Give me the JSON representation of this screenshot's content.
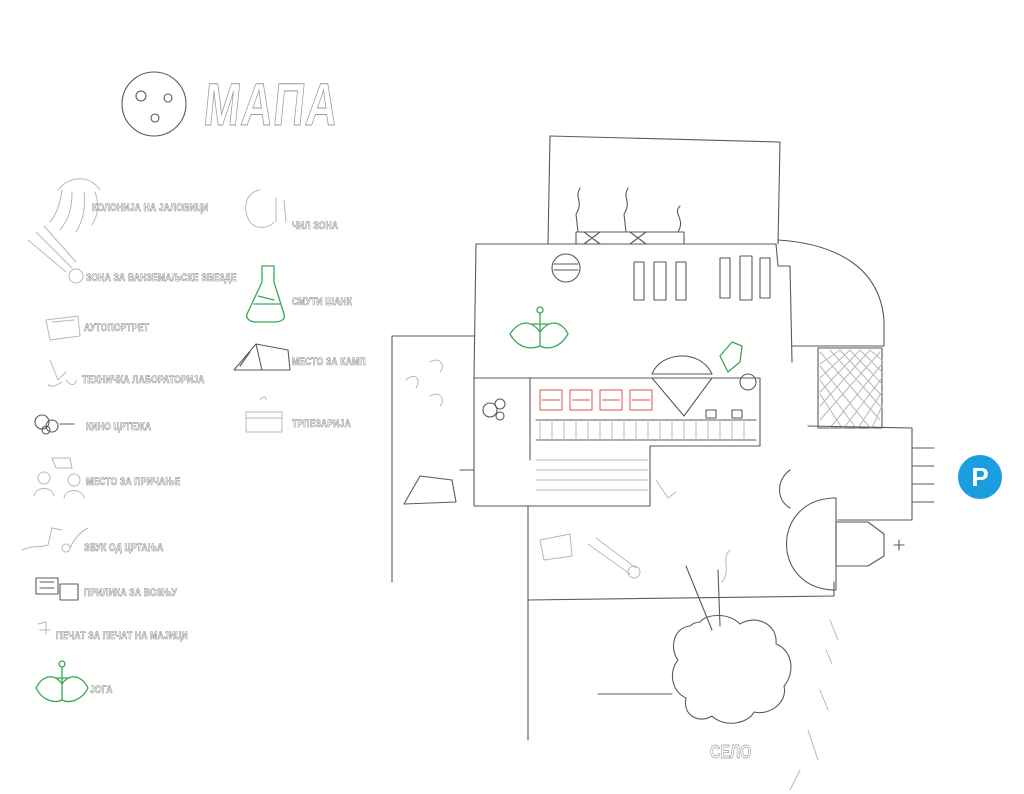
{
  "title": "МАПА",
  "legend": [
    {
      "id": "kolonija",
      "label": "КОЛОНИЈА НА ЈАЛОВИЦИ",
      "icon": "jellyfish-icon"
    },
    {
      "id": "zona-vanbrodovi",
      "label": "ЗОНА ЗА ВАНЗЕМАЉСКЕ ЗВЕЗДЕ",
      "icon": "comet-icon"
    },
    {
      "id": "autoportret",
      "label": "АУТОПОРТРЕТ",
      "icon": "frame-icon"
    },
    {
      "id": "tehnicka-laboratorija",
      "label": "ТЕХНИЧКА ЛАБОРАТОРИЈА",
      "icon": "tools-icon"
    },
    {
      "id": "kino",
      "label": "КИНО ЦРТЕЖА",
      "icon": "film-reel-icon"
    },
    {
      "id": "mesto-za-priche",
      "label": "МЕСТО ЗА ПРИЧАЊЕ",
      "icon": "people-icon"
    },
    {
      "id": "zvuk",
      "label": "ЗВУК ОД ЦРТАЊА",
      "icon": "music-note-icon"
    },
    {
      "id": "prilika",
      "label": "ПРИЛИКА ЗА ВОЗЊУ",
      "icon": "printer-icon"
    },
    {
      "id": "pechat",
      "label": "ПЕЧАТ ЗА ПЕЧАТ НА МАЈИЦИ",
      "icon": "stamp-icon"
    },
    {
      "id": "joga",
      "label": "ЈОГА",
      "icon": "lotus-icon"
    },
    {
      "id": "chill-zona",
      "label": "ЧИЛ ЗОНА",
      "icon": "chill-icon"
    },
    {
      "id": "smoothie",
      "label": "СМУТИ ШАНК",
      "icon": "flask-icon"
    },
    {
      "id": "mesto-za-kamp",
      "label": "МЕСТО ЗА КАМП",
      "icon": "tent-icon"
    },
    {
      "id": "trpezarija",
      "label": "ТРПЕЗАРИЈА",
      "icon": "cake-icon"
    }
  ],
  "village_label": "СЕЛО",
  "parking_label": "P",
  "colors": {
    "accent_blue": "#1a9ee0",
    "green": "#3aa655",
    "red": "#d9534f",
    "sketch": "#5a5a5a"
  }
}
